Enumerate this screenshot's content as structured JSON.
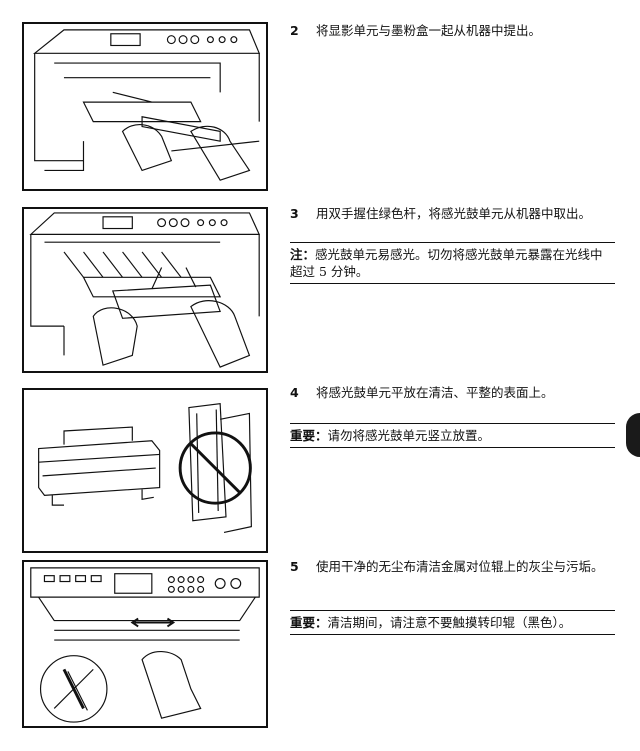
{
  "steps": [
    {
      "number": "2",
      "text": "将显影单元与墨粉盒一起从机器中提出。"
    },
    {
      "number": "3",
      "text": "用双手握住绿色杆，将感光鼓单元从机器中取出。"
    },
    {
      "number": "4",
      "text": "将感光鼓单元平放在清洁、平整的表面上。"
    },
    {
      "number": "5",
      "text": "使用干净的无尘布清洁金属对位辊上的灰尘与污垢。"
    }
  ],
  "notes": [
    {
      "label": "注：",
      "text": "感光鼓单元易感光。切勿将感光鼓单元暴露在光线中超过 5 分钟。"
    },
    {
      "label": "重要：",
      "text": "请勿将感光鼓单元竖立放置。"
    },
    {
      "label": "重要：",
      "text": "清洁期间，请注意不要触摸转印辊（黑色）。"
    }
  ],
  "figures": [
    {
      "icon": "printer-remove-developer-illustration"
    },
    {
      "icon": "printer-remove-drum-illustration"
    },
    {
      "icon": "drum-flat-vs-upright-prohibited-illustration"
    },
    {
      "icon": "clean-registration-roller-illustration"
    }
  ],
  "colors": {
    "text": "#111111",
    "border": "#111111",
    "tab": "#1a1a1a"
  }
}
